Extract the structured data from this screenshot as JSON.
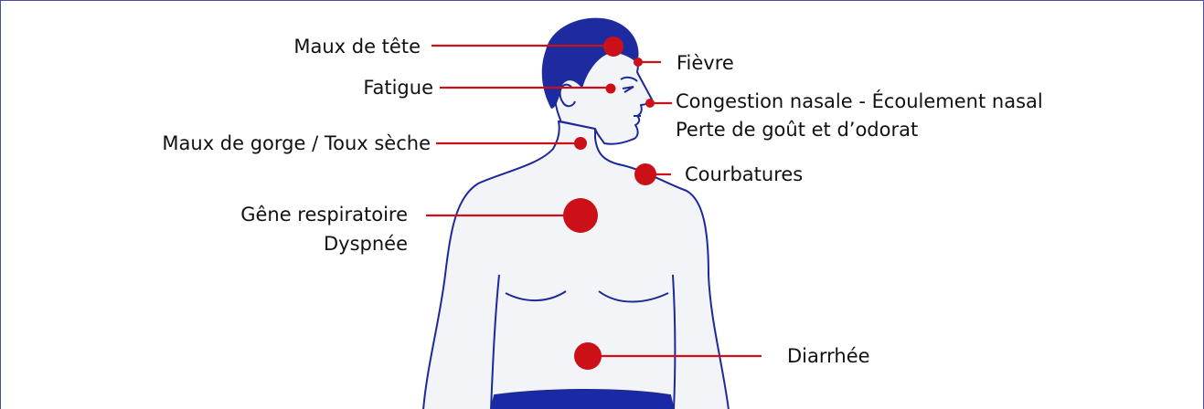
{
  "colors": {
    "border": "#4a4ea6",
    "body_fill": "#f3f4f8",
    "outline": "#1c2a99",
    "hair": "#1d2aa0",
    "shorts": "#1a2aa6",
    "marker": "#cc1018"
  },
  "labels": {
    "headache": "Maux de tête",
    "fever": "Fièvre",
    "fatigue": "Fatigue",
    "nasal_line1": "Congestion nasale - Écoulement nasal",
    "nasal_line2": "Perte de goût et d’odorat",
    "throat": "Maux de gorge / Toux sèche",
    "aches": "Courbatures",
    "breathing_line1": "Gêne respiratoire",
    "breathing_line2": "Dyspnée",
    "diarrhea": "Diarrhée"
  }
}
